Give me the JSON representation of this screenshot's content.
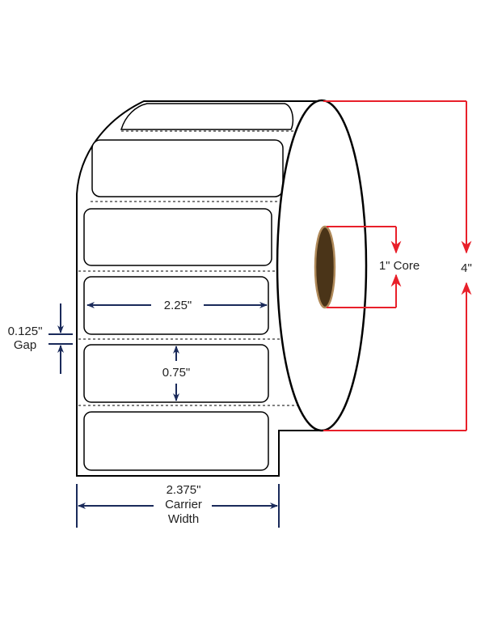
{
  "colors": {
    "outline": "#000000",
    "navy_arrow": "#1a2a5a",
    "red_arrow": "#e8202a",
    "core_fill": "#4a3418",
    "core_rim": "#b08a5a"
  },
  "labels": {
    "label_width": "2.25\"",
    "label_height": "0.75\"",
    "gap_value": "0.125\"",
    "gap_word": "Gap",
    "carrier_value": "2.375\"",
    "carrier_line1": "Carrier",
    "carrier_line2": "Width",
    "core": "1\" Core",
    "roll_diameter": "4\""
  }
}
